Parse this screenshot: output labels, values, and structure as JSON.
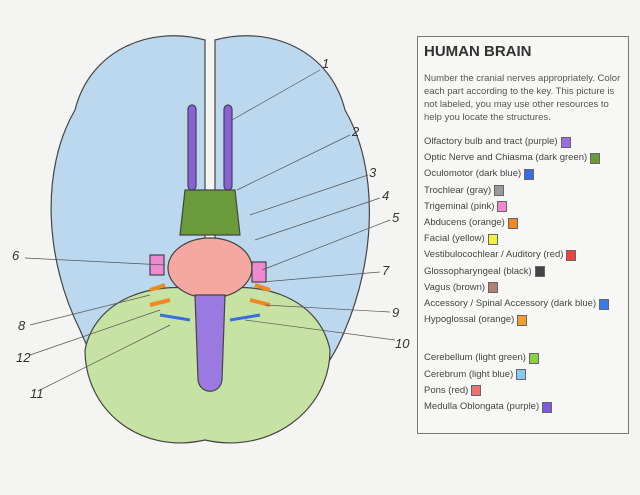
{
  "key": {
    "title": "HUMAN BRAIN",
    "instructions": "Number the cranial nerves appropriately. Color each part according to the key.  This picture is not labeled, you may use other resources to help you locate the structures.",
    "nerves": [
      {
        "label": "Olfactory bulb and tract (purple)",
        "color": "#9a6ee0"
      },
      {
        "label": "Optic Nerve and Chiasma (dark green)",
        "color": "#6a9a3a"
      },
      {
        "label": "Oculomotor  (dark blue)",
        "color": "#3a6ee0"
      },
      {
        "label": "Trochlear (gray)",
        "color": "#999999"
      },
      {
        "label": "Trigeminal (pink)",
        "color": "#f08ad0"
      },
      {
        "label": "Abducens (orange)",
        "color": "#f08a20"
      },
      {
        "label": "Facial (yellow)",
        "color": "#f5f040"
      },
      {
        "label": "Vestibulocochlear / Auditory (red)",
        "color": "#f04040"
      },
      {
        "label": "Glossopharyngeal (black)",
        "color": "#444444"
      },
      {
        "label": "Vagus (brown)",
        "color": "#b08070"
      },
      {
        "label": "Accessory / Spinal Accessory (dark blue)",
        "color": "#3a7ae8"
      },
      {
        "label": "Hypoglossal (orange)",
        "color": "#f0a030"
      }
    ],
    "parts": [
      {
        "label": "Cerebellum (light green)",
        "color": "#8ad040"
      },
      {
        "label": "Cerebrum (light blue)",
        "color": "#8ac8f0"
      },
      {
        "label": "Pons  (red)",
        "color": "#f07070"
      },
      {
        "label": "Medulla Oblongata (purple)",
        "color": "#7a5ae0"
      }
    ]
  },
  "diagram": {
    "labels": [
      "1",
      "2",
      "3",
      "4",
      "5",
      "6",
      "7",
      "8",
      "9",
      "10",
      "11",
      "12"
    ]
  }
}
